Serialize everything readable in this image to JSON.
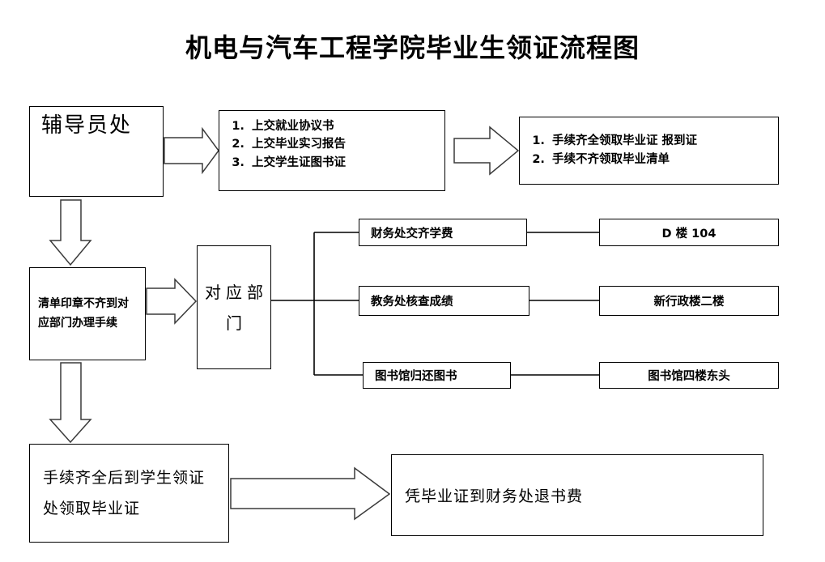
{
  "title": "机电与汽车工程学院毕业生领证流程图",
  "nodes": {
    "counselor": "辅导员处",
    "submit_items": [
      "上交就业协议书",
      "上交毕业实习报告",
      "上交学生证图书证"
    ],
    "outcome_items": [
      "手续齐全领取毕业证  报到证",
      "手续不齐领取毕业清单"
    ],
    "unfinished": "清单印章不齐到对应部门办理手续",
    "department": "对应部门",
    "tasks": [
      "财务处交齐学费",
      "教务处核查成绩",
      "图书馆归还图书"
    ],
    "locations": [
      "D 楼 104",
      "新行政楼二楼",
      "图书馆四楼东头"
    ],
    "pickup": "手续齐全后到学生领证处领取毕业证",
    "refund": "凭毕业证到财务处退书费"
  },
  "connectors": {
    "counselor_to_submit": "arrow-right",
    "submit_to_outcome": "arrow-right",
    "counselor_to_unfinished": "arrow-down",
    "unfinished_to_department": "arrow-right",
    "department_to_tasks": "bracket-fanout",
    "task_to_location": "line",
    "unfinished_to_pickup": "arrow-down",
    "pickup_to_refund": "arrow-right"
  },
  "colors": {
    "stroke": "#000000",
    "arrow_fill": "#ffffff",
    "arrow_stroke": "#3a3a3a",
    "background": "#ffffff"
  }
}
